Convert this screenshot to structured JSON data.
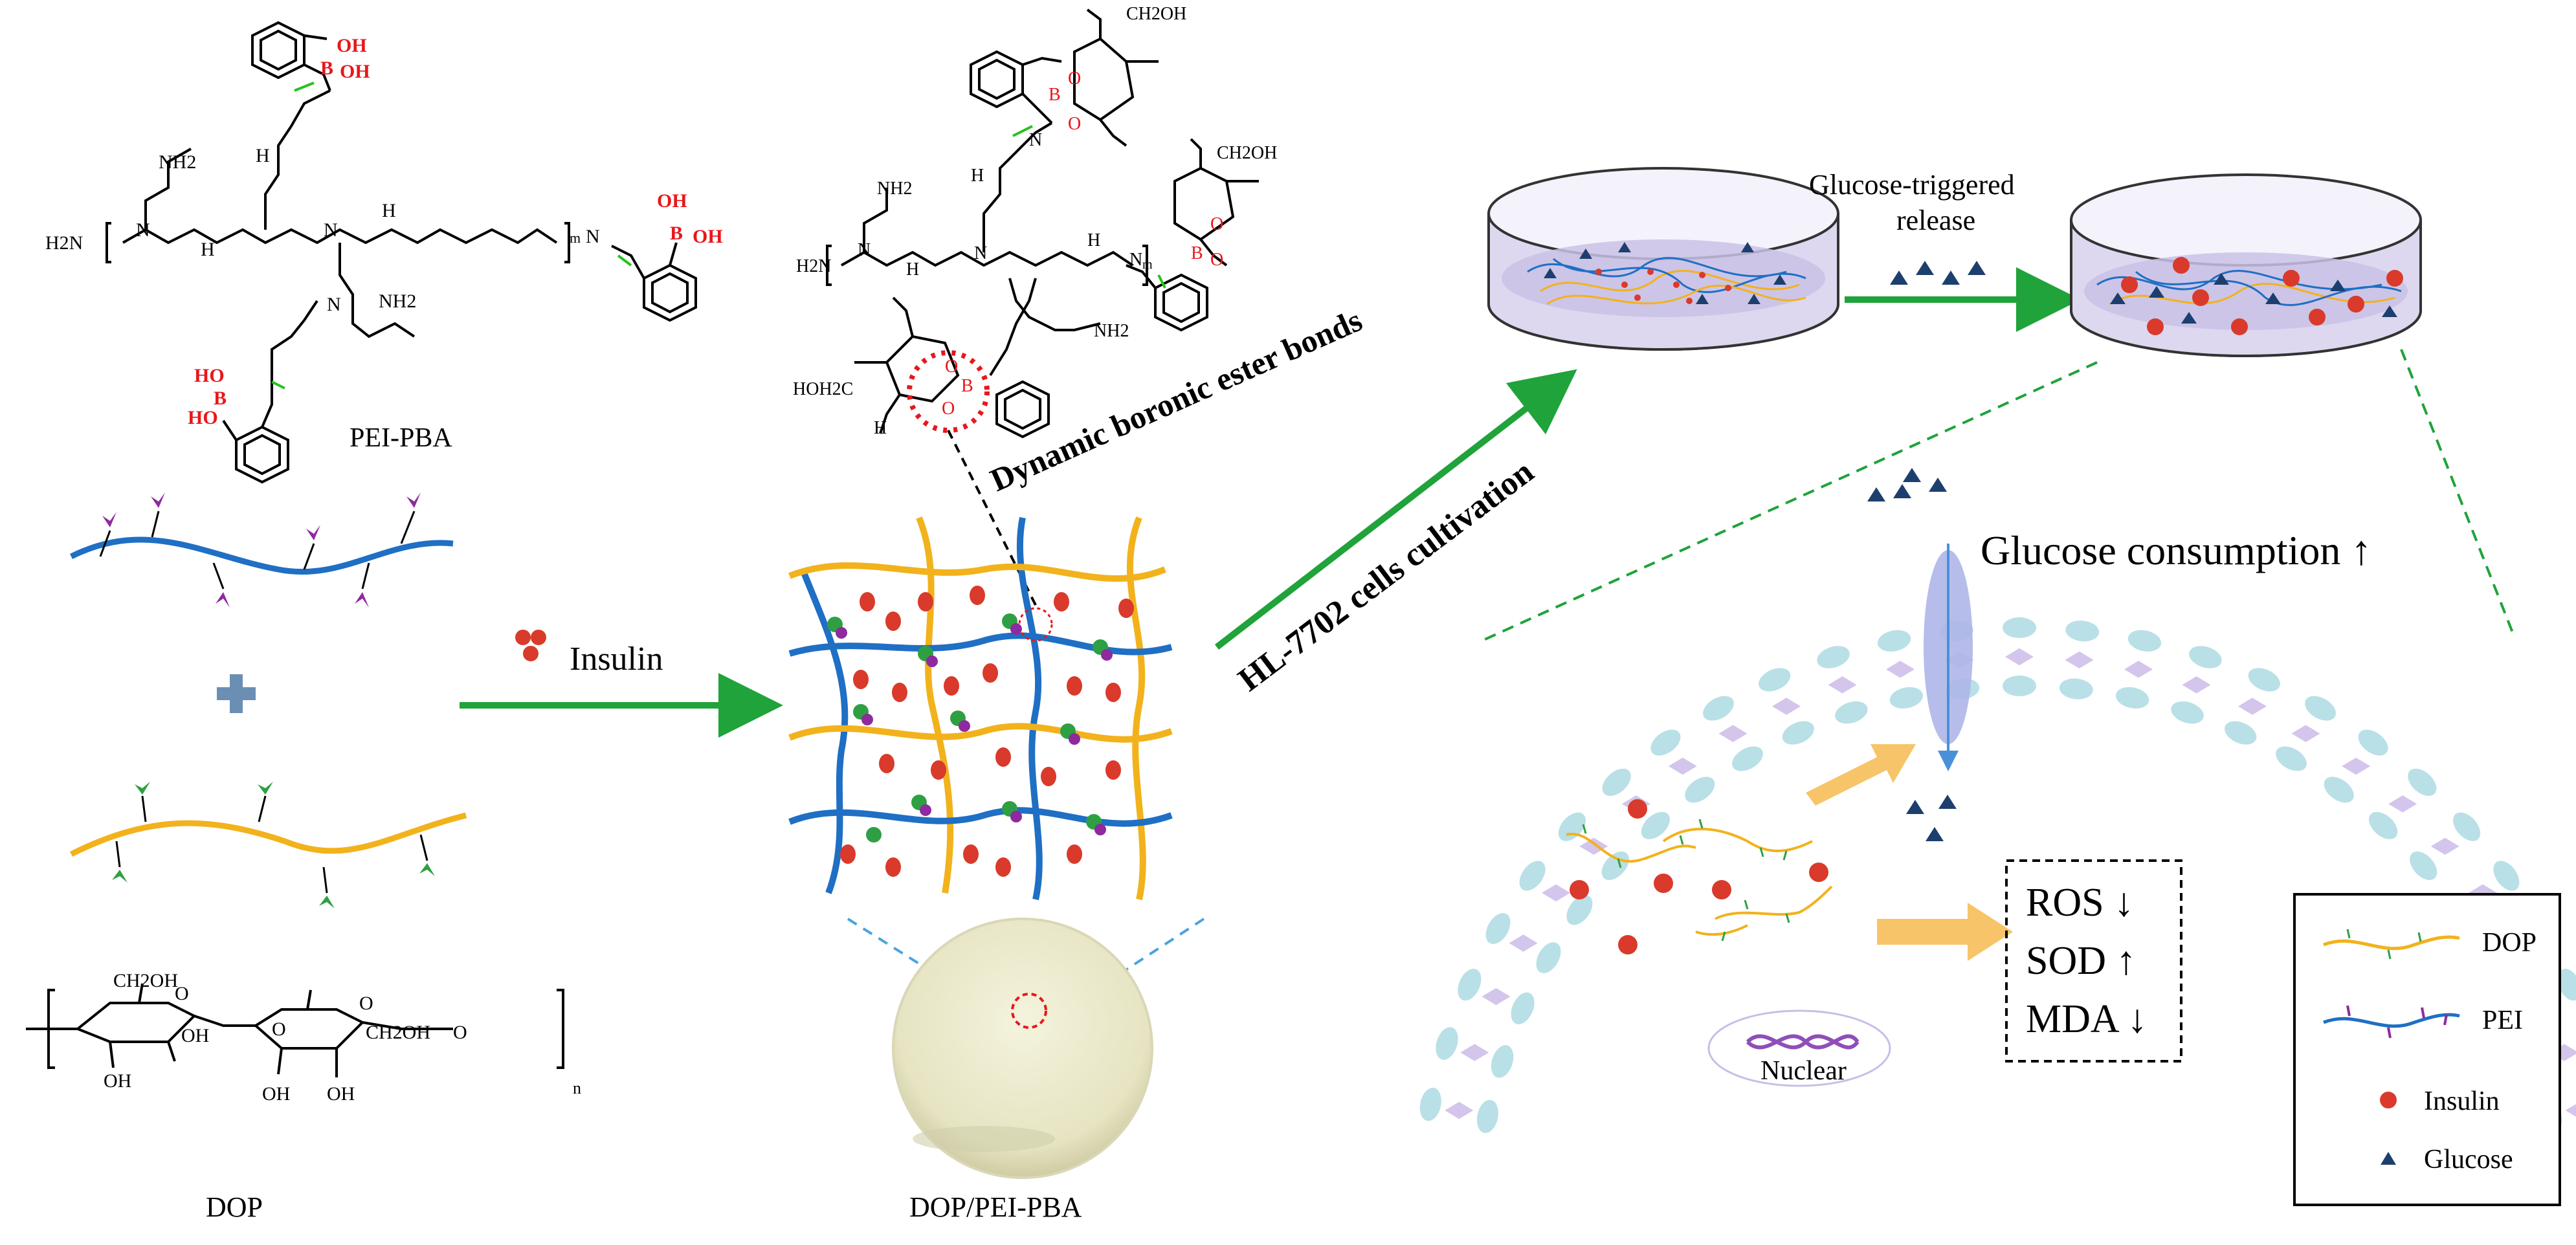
{
  "molecule_labels": {
    "pei_pba_name": "PEI-PBA",
    "dop_name": "DOP",
    "composite_name": "DOP/PEI-PBA",
    "h2n": "H2N",
    "nh2": "NH2",
    "nh": "H",
    "n": "N",
    "b": "B",
    "oh": "OH",
    "ho": "HO",
    "o": "O",
    "m_sub": "m",
    "n_sub": "n",
    "ch2oh": "CH2OH",
    "hoh2c": "HOH2C"
  },
  "process": {
    "insulin_label": "Insulin",
    "bond_label": "Dynamic boronic ester bonds",
    "cultivation_label": "HL-7702 cells cultivation",
    "release_label_line1": "Glucose-triggered",
    "release_label_line2": "release",
    "consumption_label": "Glucose consumption ↑",
    "nuclear_label": "Nuclear"
  },
  "markers": {
    "ros": "ROS ↓",
    "sod": "SOD ↑",
    "mda": "MDA ↓"
  },
  "legend": {
    "dop": "DOP",
    "pei": "PEI",
    "insulin": "Insulin",
    "glucose": "Glucose"
  },
  "colors": {
    "pei_chain": "#1f6fc4",
    "dop_chain": "#f2b21c",
    "pba_group": "#8e2a9e",
    "dop_group": "#2ea043",
    "insulin": "#d93a2b",
    "glucose": "#1d3f6e",
    "arrow_green": "#1fa33a",
    "arrow_orange": "#f7c46a",
    "boron_red": "#e8171b"
  }
}
